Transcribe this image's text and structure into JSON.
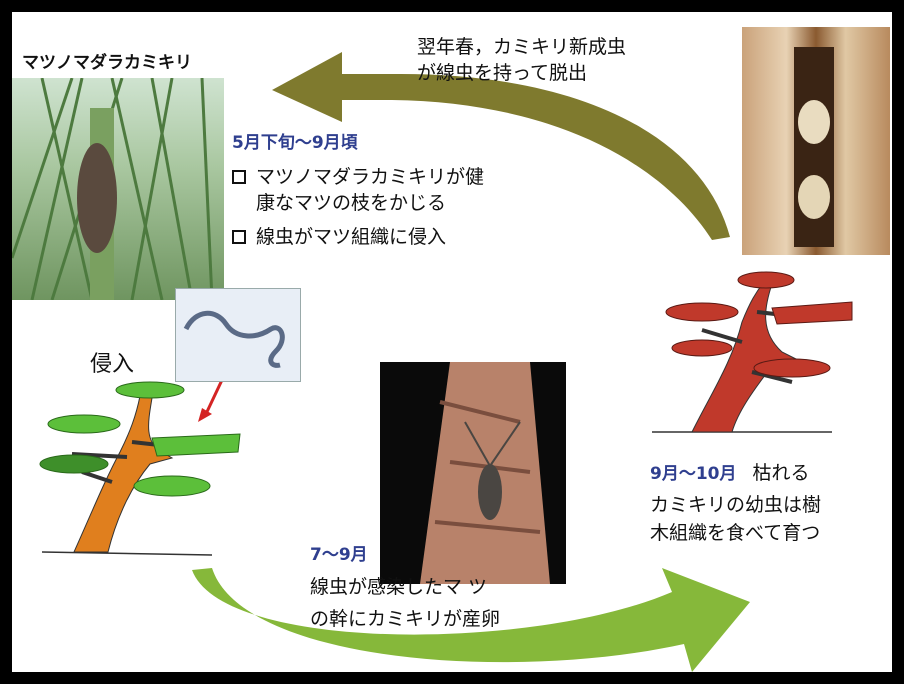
{
  "labels": {
    "beetle_name": "マツノマダラカミキリ",
    "emergence_line1": "翌年春，カミキリ新成虫",
    "emergence_line2": "が線虫を持って脱出",
    "feeding_period": "5月下旬〜9月頃",
    "feeding_item1_line1": "マツノマダラカミキリが健",
    "feeding_item1_line2": "康なマツの枝をかじる",
    "feeding_item2": "線虫がマツ組織に侵入",
    "invasion": "侵入",
    "oviposition_period": "7〜9月",
    "oviposition_line1": "線虫が感染したマ ツ",
    "oviposition_line2": "の幹にカミキリが産卵",
    "wilting_period": "9月〜10月",
    "wilting_status": "枯れる",
    "larva_line1": "カミキリの幼虫は樹",
    "larva_line2": "木組織を食べて育つ"
  },
  "colors": {
    "period_text": "#2f3f8f",
    "arrow_olive": "#7f7a2e",
    "arrow_green": "#7fb52e",
    "healthy_foliage": "#5cbf3a",
    "healthy_trunk": "#e07f1e",
    "dead_tree": "#c0392b",
    "invasion_arrow": "#d42424"
  }
}
